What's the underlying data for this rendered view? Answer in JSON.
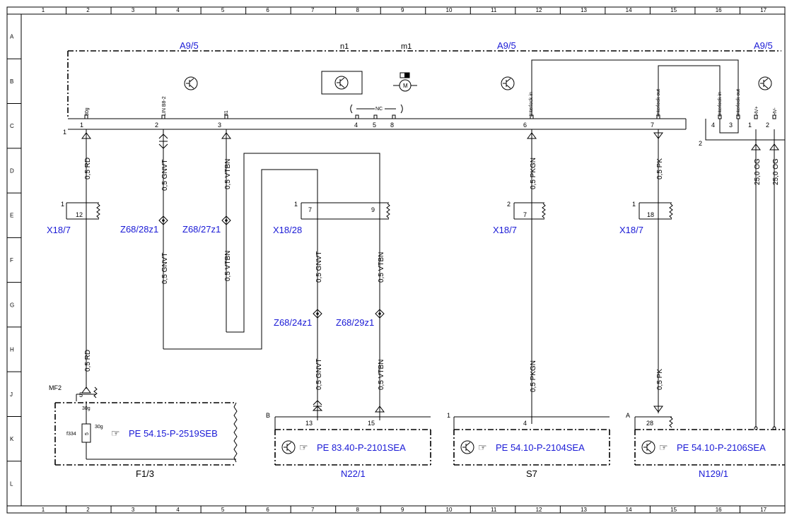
{
  "grid": {
    "columns": [
      "1",
      "2",
      "3",
      "4",
      "5",
      "6",
      "7",
      "8",
      "9",
      "10",
      "11",
      "12",
      "13",
      "14",
      "15",
      "16",
      "17"
    ],
    "rows": [
      "A",
      "B",
      "C",
      "D",
      "E",
      "F",
      "G",
      "H",
      "J",
      "K",
      "L"
    ]
  },
  "module": {
    "labels": [
      "A9/5",
      "A9/5",
      "A9/5"
    ],
    "n1": "n1",
    "m1": "m1",
    "nc": "NC",
    "motor": "M",
    "pin_names": [
      "30g",
      "LIN B8-2",
      "31",
      "Interlock in",
      "Interlock out",
      "Interlock in",
      "Interlock out",
      "HV+",
      "HV-"
    ],
    "pin_numbers": [
      "1",
      "2",
      "3",
      "4",
      "5",
      "8",
      "6",
      "7",
      "4",
      "3",
      "1",
      "2"
    ],
    "conn_marks": [
      "1",
      "2"
    ]
  },
  "wires": {
    "w_red_top": "0,5 RD",
    "w_gnvt_top": "0,5 GNVT",
    "w_vtbn_top": "0,5 VTBN",
    "w_pkgn_top": "0,5 PKGN",
    "w_pk_top": "0,5 PK",
    "w_og1": "25,0 OG",
    "w_og2": "25,0 OG",
    "w_gnvt_mid": "0,5 GNVT",
    "w_vtbn_mid": "0,5 VTBN",
    "w_gnvt_r": "0,5 GNVT",
    "w_vtbn_r": "0,5 VTBN",
    "w_red_low": "0,5 RD",
    "w_gnvt_low": "0,5 GNVT",
    "w_vtbn_low": "0,5 VTBN",
    "w_pkgn_low": "0,5 PKGN",
    "w_pk_low": "0,5 PK"
  },
  "connectors": {
    "x18_7_a": {
      "label": "X18/7",
      "pin": "12",
      "mark": "1"
    },
    "x18_28": {
      "label": "X18/28",
      "pin_a": "7",
      "pin_b": "9",
      "mark": "1"
    },
    "x18_7_b": {
      "label": "X18/7",
      "pin": "7",
      "mark": "2"
    },
    "x18_7_c": {
      "label": "X18/7",
      "pin": "18",
      "mark": "1"
    }
  },
  "splices": {
    "z1": "Z68/28z1",
    "z2": "Z68/27z1",
    "z3": "Z68/24z1",
    "z4": "Z68/29z1"
  },
  "components": {
    "f1_3": {
      "name": "F1/3",
      "mf": "MF2",
      "pin": "5",
      "fuse": "f334",
      "fuse_num": "5",
      "tag1": "30g",
      "tag2": "30g",
      "ref": "PE 54.15-P-2519SEB"
    },
    "n22_1": {
      "name": "N22/1",
      "mark": "B",
      "pin_a": "13",
      "pin_b": "15",
      "ref": "PE 83.40-P-2101SEA"
    },
    "s7": {
      "name": "S7",
      "mark": "1",
      "pin": "4",
      "ref": "PE 54.10-P-2104SEA"
    },
    "n129_1": {
      "name": "N129/1",
      "mark": "A",
      "pin": "28",
      "ref": "PE 54.10-P-2106SEA"
    }
  },
  "pointer_icon": "pointing-hand-icon",
  "ground_icon": "ground-symbol-icon"
}
